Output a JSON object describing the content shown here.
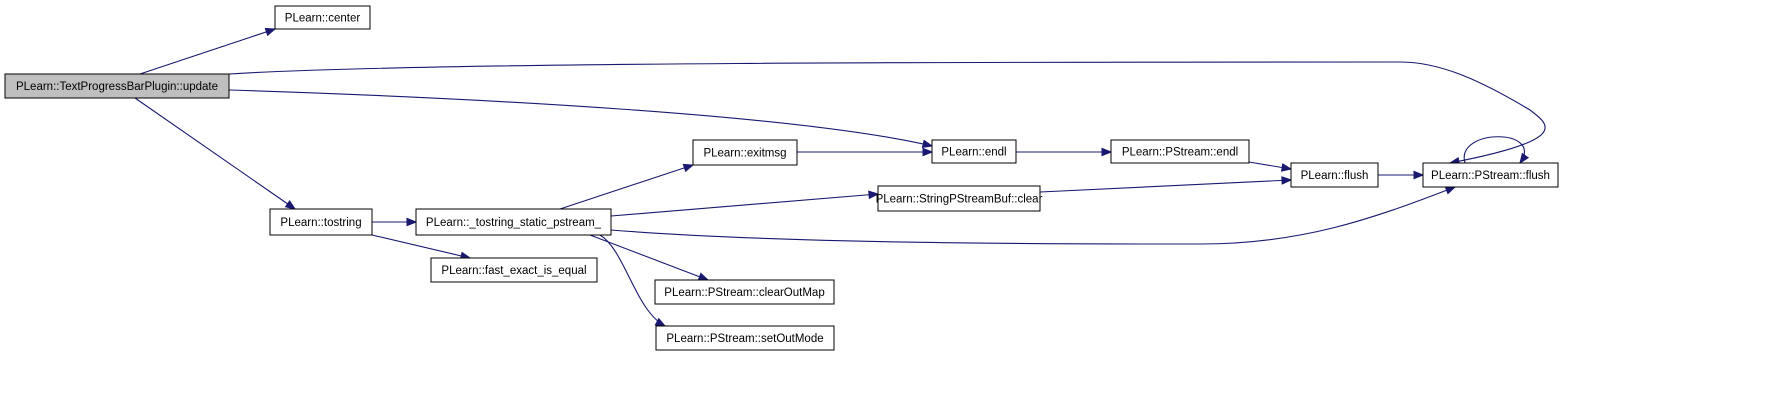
{
  "graph": {
    "colors": {
      "edge": "#191970",
      "node_fill": "#ffffff",
      "root_fill": "#bfbfbf",
      "border": "#000000"
    },
    "nodes": [
      {
        "id": "update",
        "label": "PLearn::TextProgressBarPlugin::update",
        "root": true
      },
      {
        "id": "center",
        "label": "PLearn::center"
      },
      {
        "id": "tostring",
        "label": "PLearn::tostring"
      },
      {
        "id": "tostring_static",
        "label": "PLearn::_tostring_static_pstream_"
      },
      {
        "id": "fast_exact",
        "label": "PLearn::fast_exact_is_equal"
      },
      {
        "id": "exitmsg",
        "label": "PLearn::exitmsg"
      },
      {
        "id": "endl",
        "label": "PLearn::endl"
      },
      {
        "id": "pstream_endl",
        "label": "PLearn::PStream::endl"
      },
      {
        "id": "flush",
        "label": "PLearn::flush"
      },
      {
        "id": "pstream_flush",
        "label": "PLearn::PStream::flush"
      },
      {
        "id": "sp_clear",
        "label": "PLearn::StringPStreamBuf::clear"
      },
      {
        "id": "clearOutMap",
        "label": "PLearn::PStream::clearOutMap"
      },
      {
        "id": "setOutMode",
        "label": "PLearn::PStream::setOutMode"
      }
    ],
    "edges": [
      {
        "from": "update",
        "to": "center"
      },
      {
        "from": "update",
        "to": "pstream_flush"
      },
      {
        "from": "update",
        "to": "endl"
      },
      {
        "from": "update",
        "to": "tostring"
      },
      {
        "from": "tostring",
        "to": "tostring_static"
      },
      {
        "from": "tostring",
        "to": "fast_exact"
      },
      {
        "from": "tostring_static",
        "to": "exitmsg"
      },
      {
        "from": "tostring_static",
        "to": "sp_clear"
      },
      {
        "from": "tostring_static",
        "to": "pstream_flush"
      },
      {
        "from": "tostring_static",
        "to": "clearOutMap"
      },
      {
        "from": "tostring_static",
        "to": "setOutMode"
      },
      {
        "from": "exitmsg",
        "to": "endl"
      },
      {
        "from": "endl",
        "to": "pstream_endl"
      },
      {
        "from": "pstream_endl",
        "to": "flush"
      },
      {
        "from": "sp_clear",
        "to": "flush"
      },
      {
        "from": "flush",
        "to": "pstream_flush"
      },
      {
        "from": "pstream_flush",
        "to": "pstream_flush"
      }
    ]
  }
}
